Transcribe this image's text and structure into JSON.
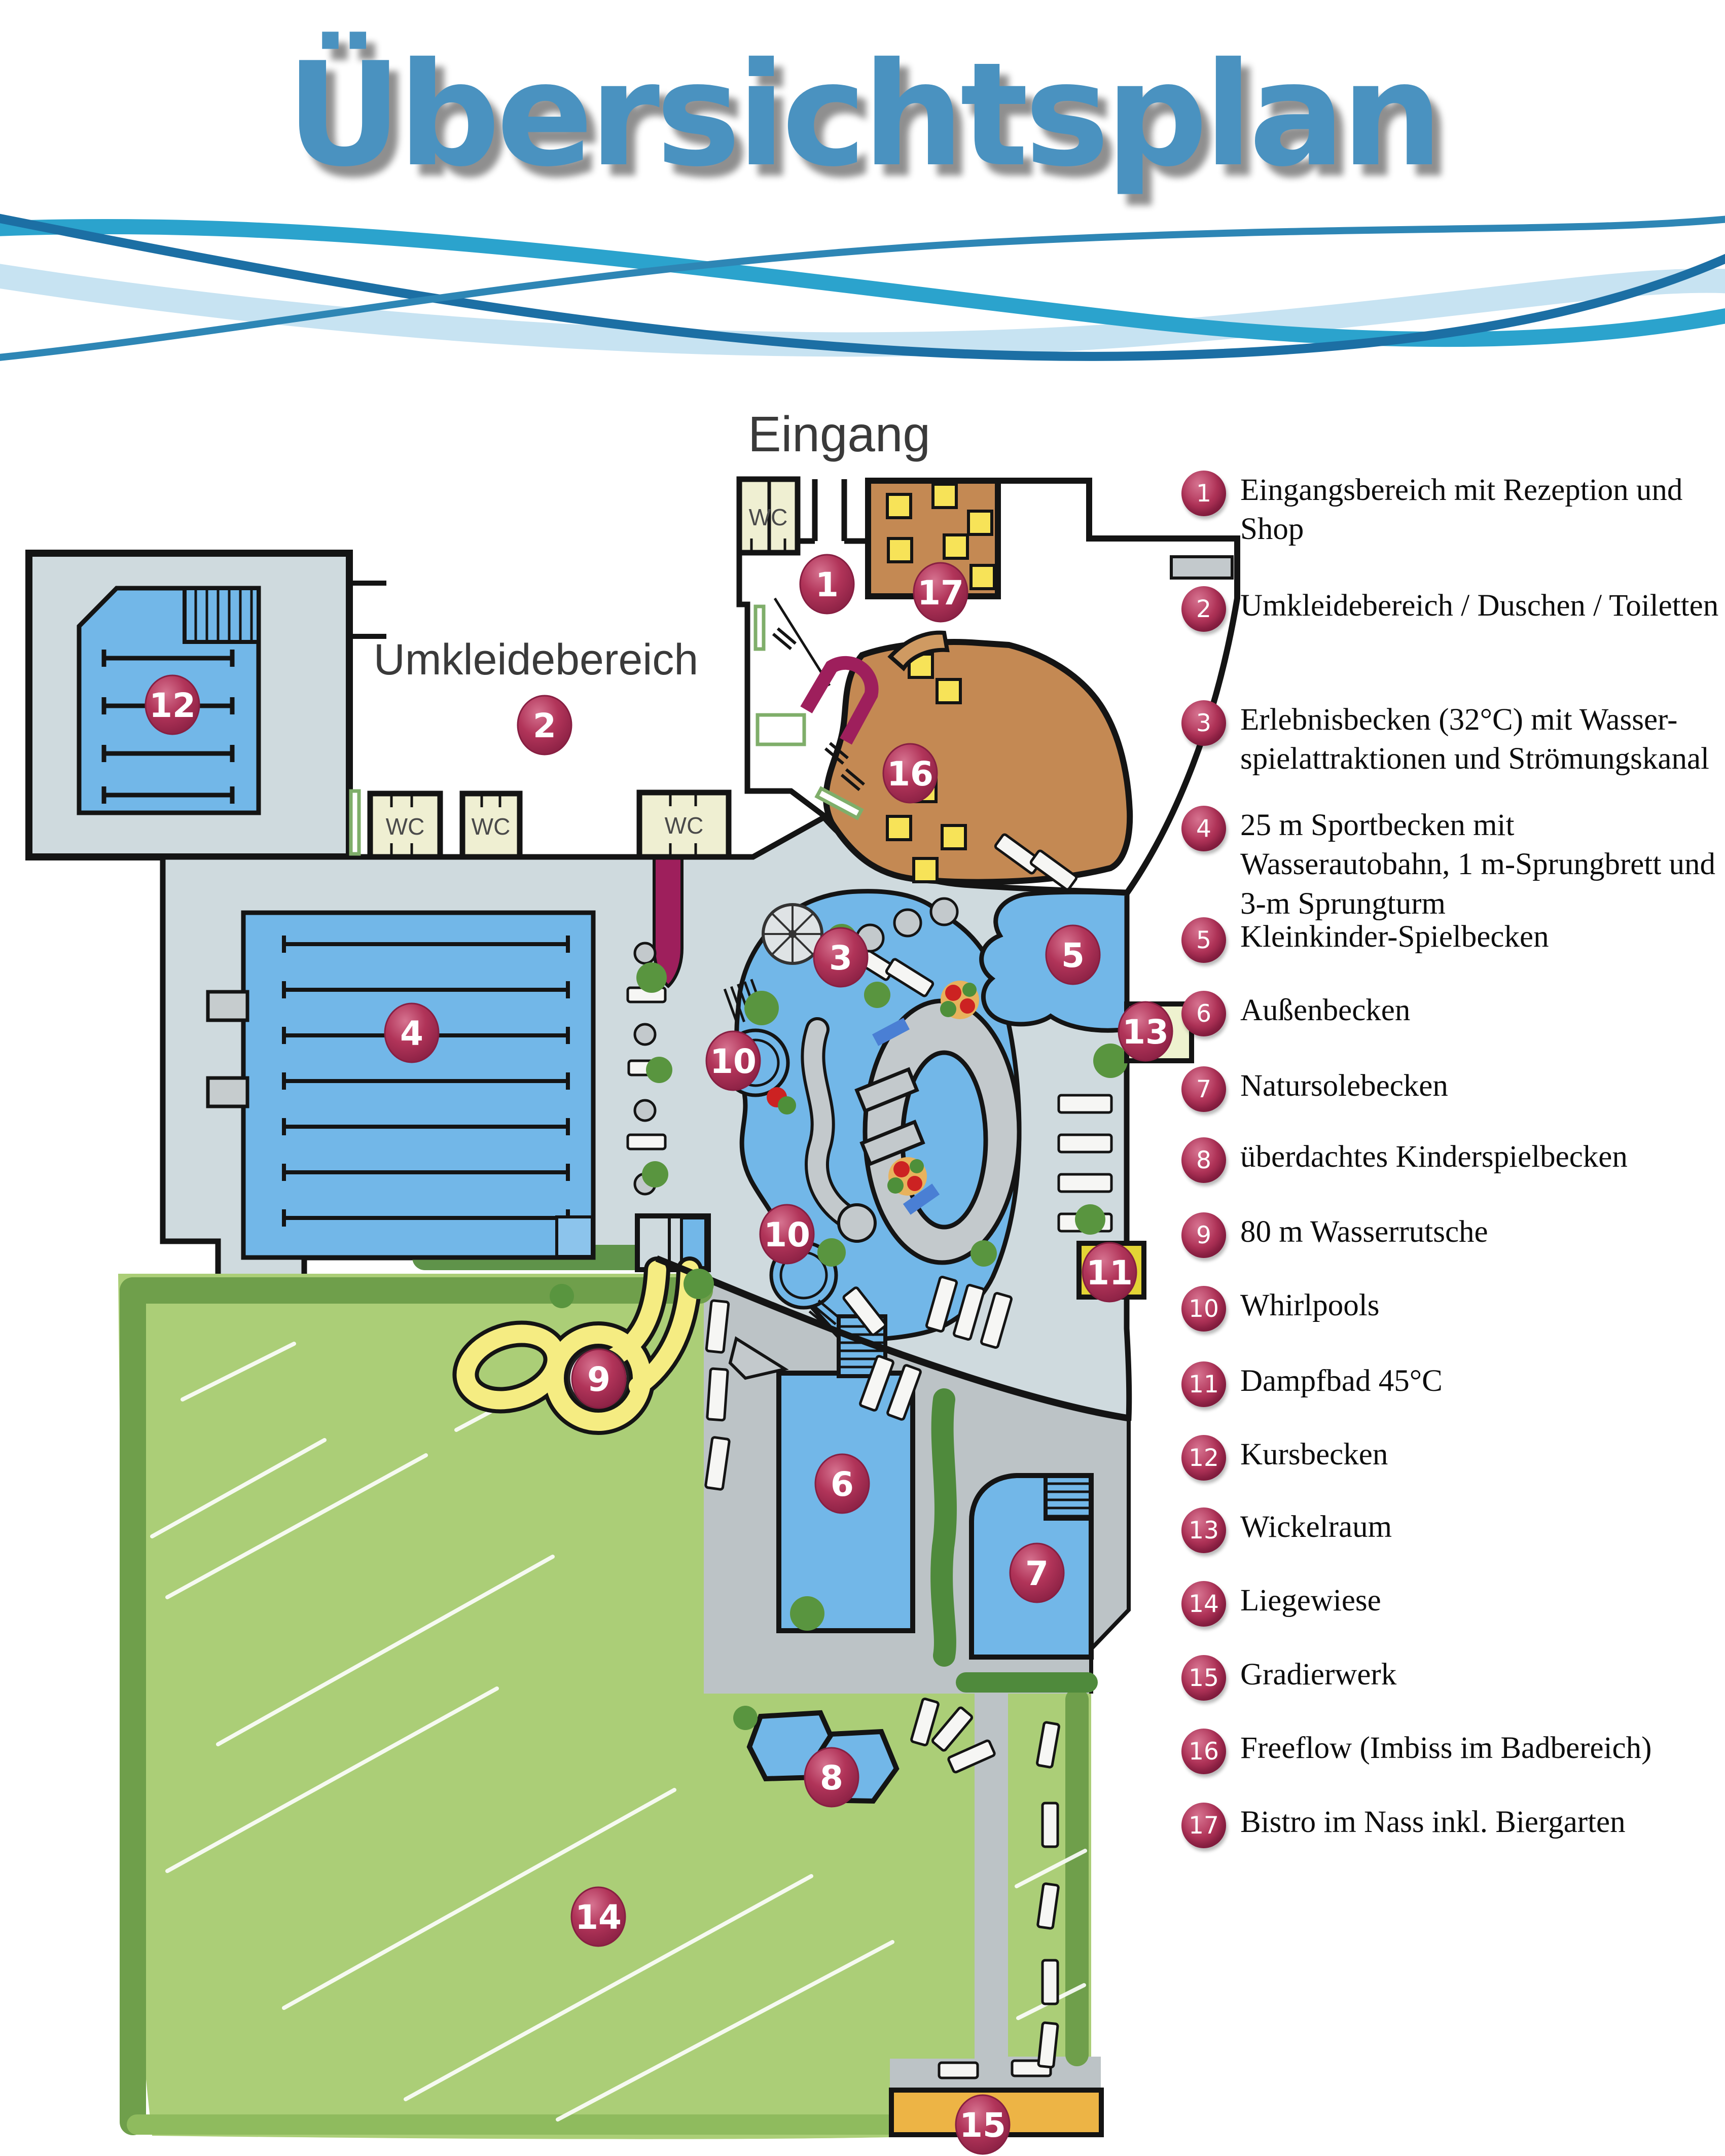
{
  "title": "Übersichtsplan",
  "map": {
    "labels": {
      "eingang": "Eingang",
      "umkleidebereich": "Umkleidebereich",
      "wc": "WC"
    },
    "badges": [
      {
        "id": "b1",
        "label": "1"
      },
      {
        "id": "b2",
        "label": "2"
      },
      {
        "id": "b3",
        "label": "3"
      },
      {
        "id": "b4",
        "label": "4"
      },
      {
        "id": "b5",
        "label": "5"
      },
      {
        "id": "b6",
        "label": "6"
      },
      {
        "id": "b7",
        "label": "7"
      },
      {
        "id": "b8",
        "label": "8"
      },
      {
        "id": "b9",
        "label": "9"
      },
      {
        "id": "b10a",
        "label": "10"
      },
      {
        "id": "b10b",
        "label": "10"
      },
      {
        "id": "b11",
        "label": "11"
      },
      {
        "id": "b12",
        "label": "12"
      },
      {
        "id": "b13",
        "label": "13"
      },
      {
        "id": "b14",
        "label": "14"
      },
      {
        "id": "b15",
        "label": "15"
      },
      {
        "id": "b16",
        "label": "16"
      },
      {
        "id": "b17",
        "label": "17"
      }
    ]
  },
  "legend": {
    "items": [
      {
        "n": "1",
        "label": "Eingangsbereich mit Rezeption und Shop"
      },
      {
        "n": "2",
        "label": "Umkleidebereich / Duschen / Toiletten"
      },
      {
        "n": "3",
        "label": "Erlebnisbecken (32°C) mit Wasser-spielattraktionen und Strömungskanal"
      },
      {
        "n": "4",
        "label": "25 m Sportbecken mit Wasserautobahn, 1 m-Sprungbrett und 3-m Sprungturm"
      },
      {
        "n": "5",
        "label": "Kleinkinder-Spielbecken"
      },
      {
        "n": "6",
        "label": "Außenbecken"
      },
      {
        "n": "7",
        "label": "Natursolebecken"
      },
      {
        "n": "8",
        "label": "überdachtes Kinderspielbecken"
      },
      {
        "n": "9",
        "label": "80 m Wasserrutsche"
      },
      {
        "n": "10",
        "label": "Whirlpools"
      },
      {
        "n": "11",
        "label": "Dampfbad 45°C"
      },
      {
        "n": "12",
        "label": "Kursbecken"
      },
      {
        "n": "13",
        "label": "Wickelraum"
      },
      {
        "n": "14",
        "label": "Liegewiese"
      },
      {
        "n": "15",
        "label": "Gradierwerk"
      },
      {
        "n": "16",
        "label": "Freeflow (Imbiss im Badbereich)"
      },
      {
        "n": "17",
        "label": "Bistro im Nass inkl. Biergarten"
      }
    ]
  },
  "colors": {
    "badge": "#b13459",
    "pool": "#72b7e8",
    "lawn": "#abce77",
    "lawn_border": "#6f9f4b",
    "terrace": "#c48953",
    "deck": "#bcc3c6",
    "indoor": "#cfdade",
    "room_wc": "#efefd2",
    "dampfbad": "#e3d435",
    "gradierwerk": "#edb445",
    "slide": "#f5ec82",
    "turnstile": "#9e1f5c",
    "table": "#f7e358",
    "title_blue": "#4a92c0",
    "wave_dark": "#1c6fa4",
    "wave_teal": "#2ba3cd",
    "wave_light": "#c7e3f2"
  }
}
